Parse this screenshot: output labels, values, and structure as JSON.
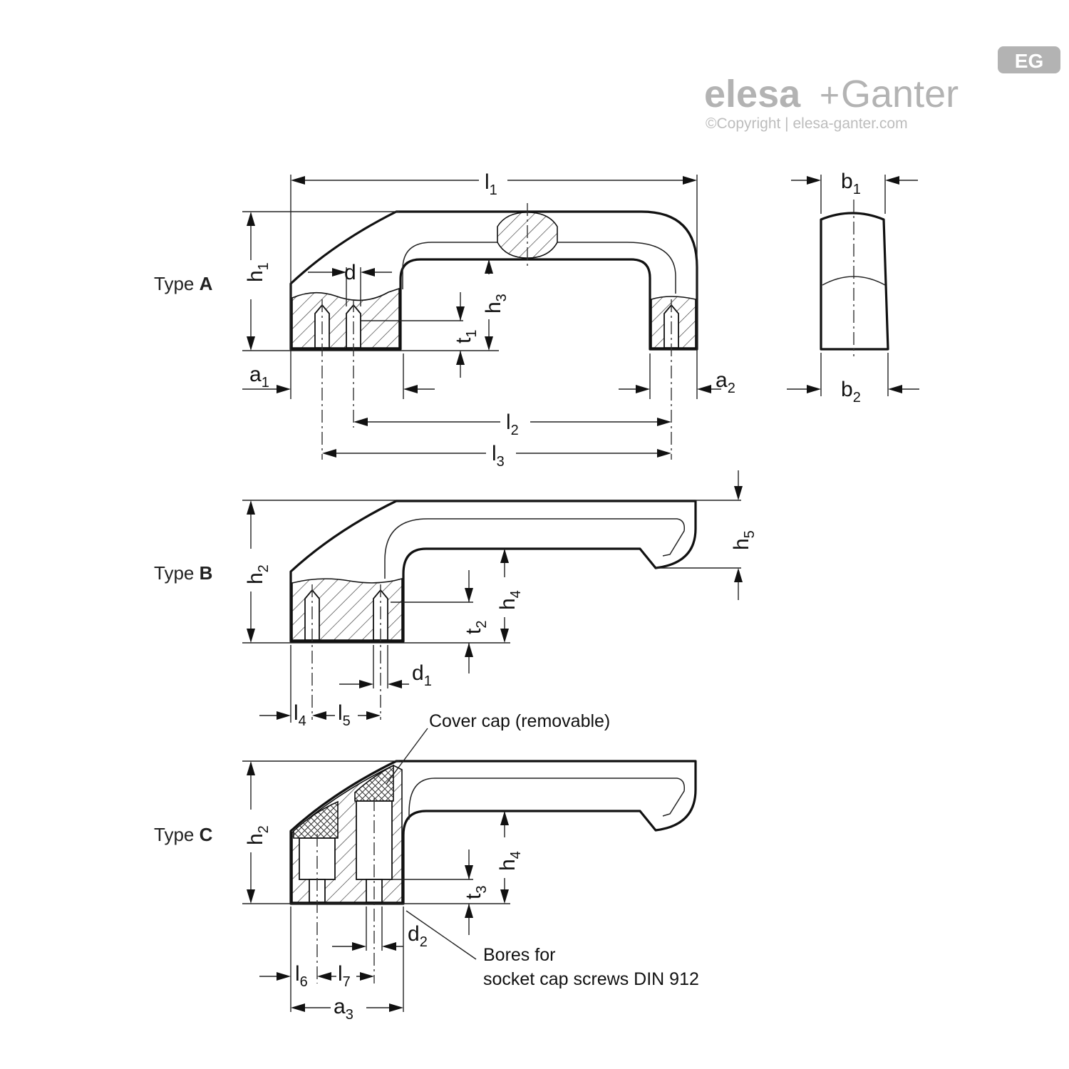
{
  "brand": {
    "name_left": "elesa",
    "plus": "+",
    "name_right": "Ganter",
    "copyright": "©Copyright | elesa-ganter.com",
    "badge": "EG",
    "badge_icon": "eg-logo-icon",
    "color": "#b3b3b3"
  },
  "types": {
    "a": {
      "word": "Type",
      "letter": "A"
    },
    "b": {
      "word": "Type",
      "letter": "B"
    },
    "c": {
      "word": "Type",
      "letter": "C"
    }
  },
  "dimensions": {
    "l1": {
      "base": "l",
      "sub": "1"
    },
    "l2": {
      "base": "l",
      "sub": "2"
    },
    "l3": {
      "base": "l",
      "sub": "3"
    },
    "l4": {
      "base": "l",
      "sub": "4"
    },
    "l5": {
      "base": "l",
      "sub": "5"
    },
    "l6": {
      "base": "l",
      "sub": "6"
    },
    "l7": {
      "base": "l",
      "sub": "7"
    },
    "h1": {
      "base": "h",
      "sub": "1"
    },
    "h2b": {
      "base": "h",
      "sub": "2"
    },
    "h2c": {
      "base": "h",
      "sub": "2"
    },
    "h3": {
      "base": "h",
      "sub": "3"
    },
    "h4b": {
      "base": "h",
      "sub": "4"
    },
    "h4c": {
      "base": "h",
      "sub": "4"
    },
    "h5": {
      "base": "h",
      "sub": "5"
    },
    "t1": {
      "base": "t",
      "sub": "1"
    },
    "t2": {
      "base": "t",
      "sub": "2"
    },
    "t3": {
      "base": "t",
      "sub": "3"
    },
    "a1": {
      "base": "a",
      "sub": "1"
    },
    "a2": {
      "base": "a",
      "sub": "2"
    },
    "a3": {
      "base": "a",
      "sub": "3"
    },
    "b1": {
      "base": "b",
      "sub": "1"
    },
    "b2": {
      "base": "b",
      "sub": "2"
    },
    "d": {
      "base": "d",
      "sub": ""
    },
    "d1": {
      "base": "d",
      "sub": "1"
    },
    "d2": {
      "base": "d",
      "sub": "2"
    }
  },
  "notes": {
    "cover_cap": "Cover cap (removable)",
    "bores_line1": "Bores for",
    "bores_line2": "socket cap screws DIN 912"
  }
}
